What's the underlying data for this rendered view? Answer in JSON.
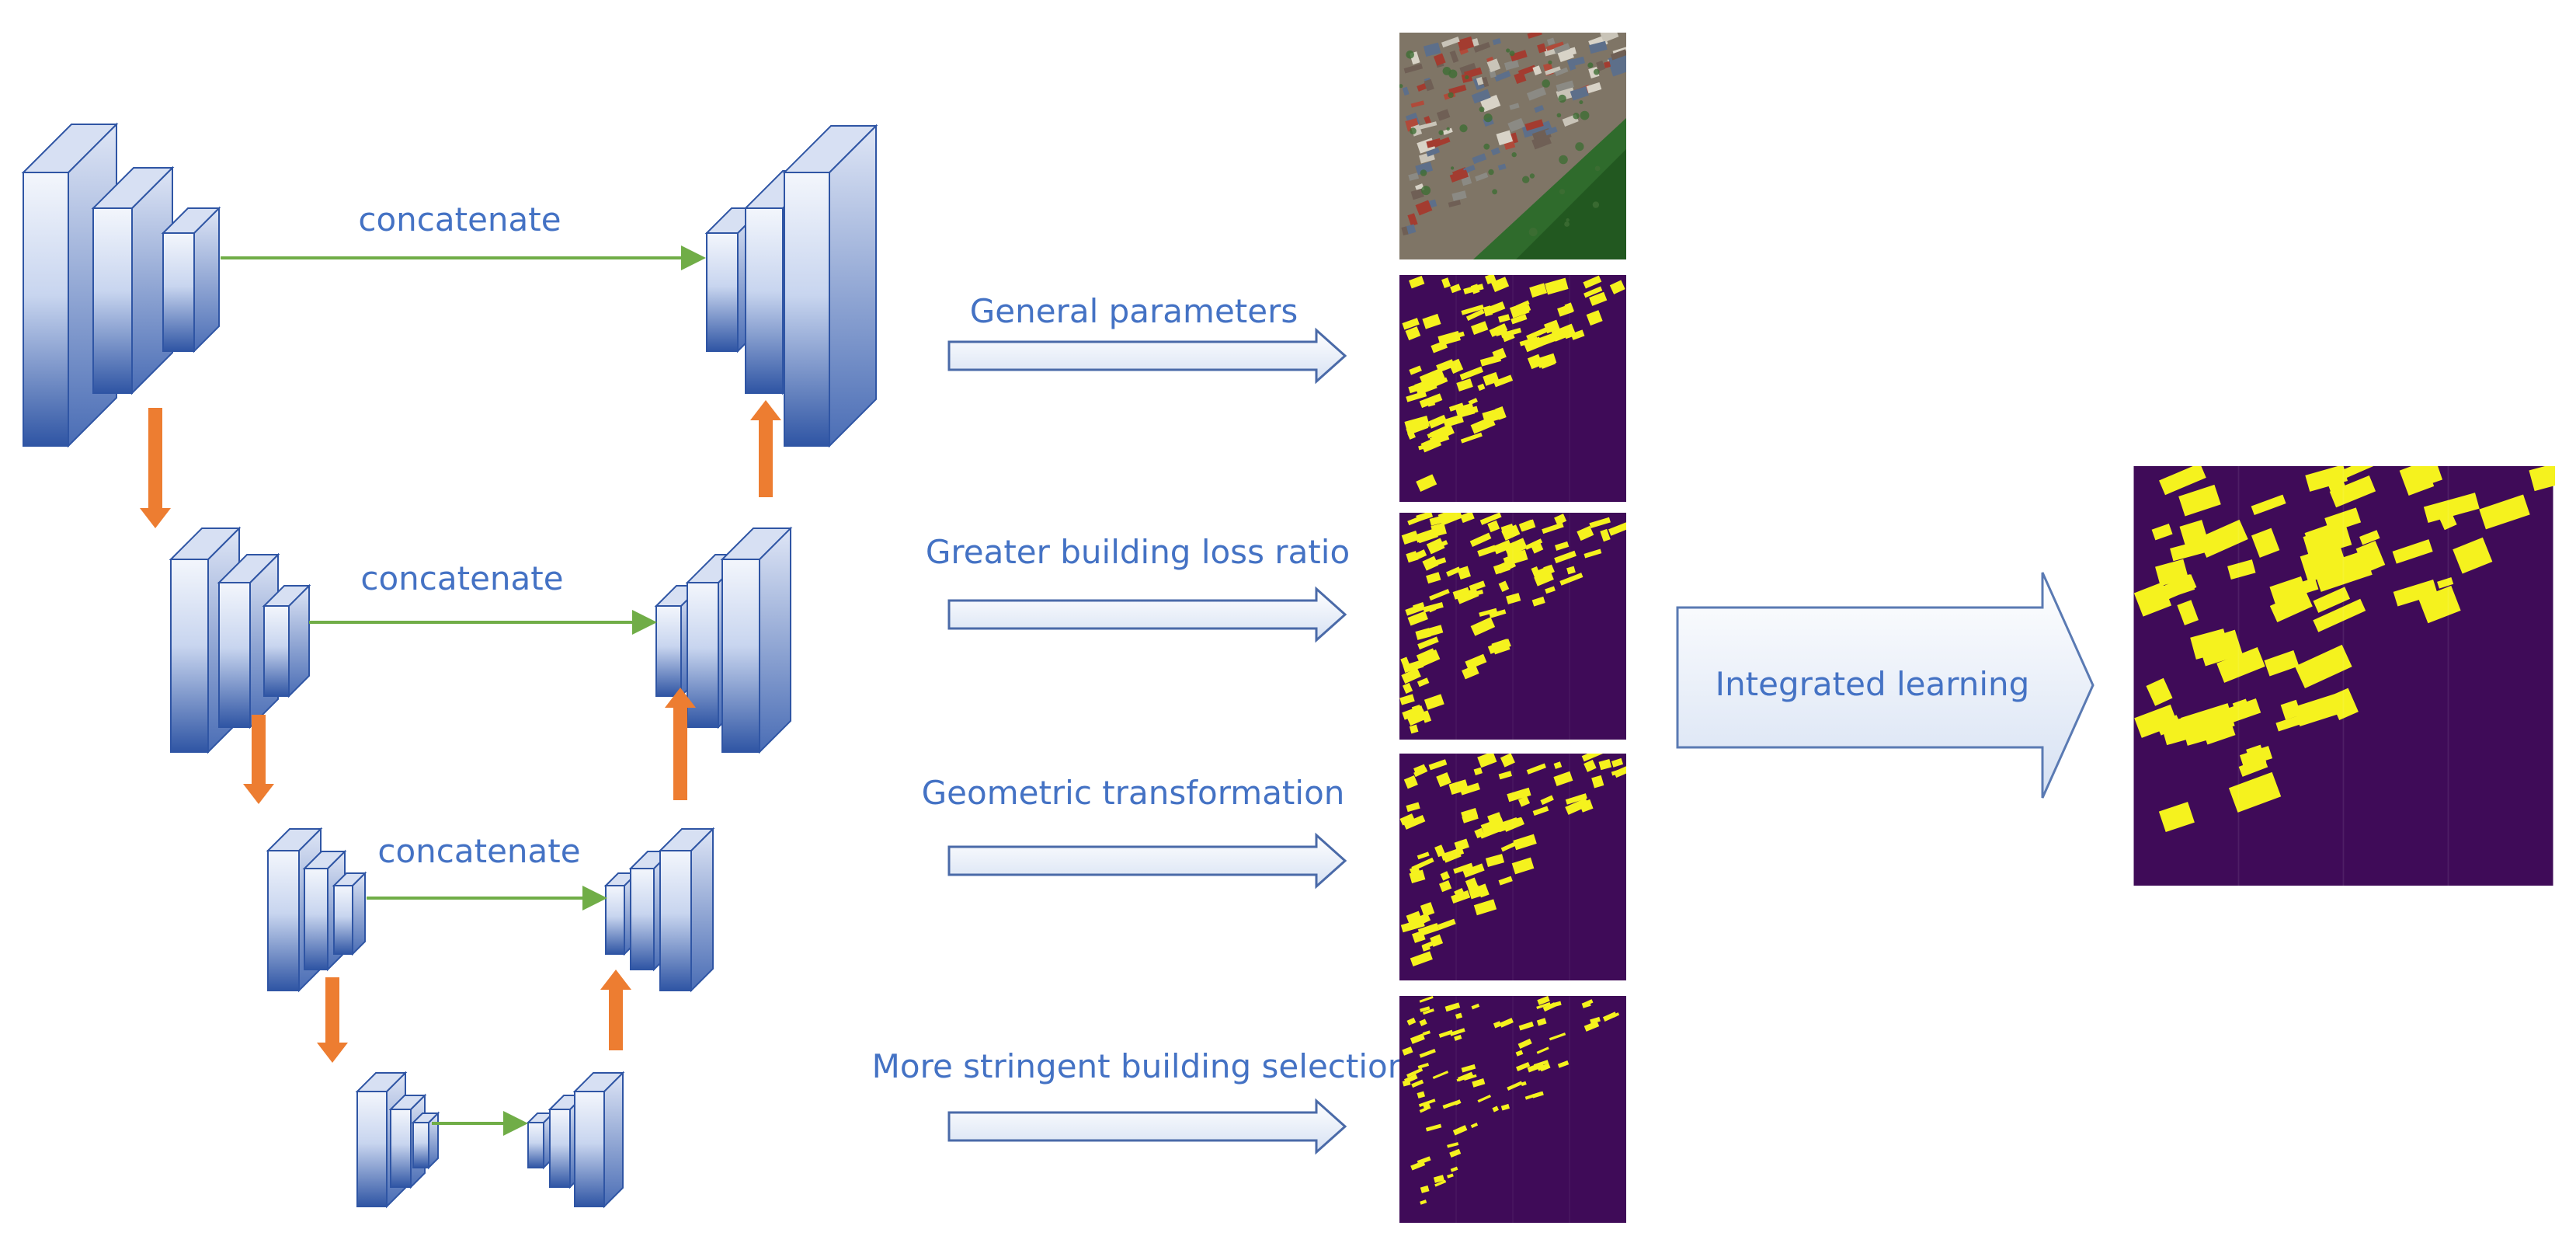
{
  "unet": {
    "concat_labels": [
      "concatenate",
      "concatenate",
      "concatenate"
    ],
    "colors": {
      "block_dark": "#2f55a4",
      "block_light": "#eef2fb",
      "skip_arrow": "#70ad47",
      "updown_arrow": "#ed7d31"
    }
  },
  "branches": [
    {
      "label": "General parameters"
    },
    {
      "label": "Greater building loss ratio"
    },
    {
      "label": "Geometric transformation"
    },
    {
      "label": "More stringent building selection"
    }
  ],
  "images": {
    "input_tile": "aerial-satellite-image",
    "mask_tiles": [
      "building-mask-1",
      "building-mask-2",
      "building-mask-3",
      "building-mask-4"
    ],
    "output_tile": "integrated-building-mask",
    "mask_colors": {
      "background": "#3f0b58",
      "building": "#f5f21e"
    }
  },
  "integration": {
    "label": "Integrated learning"
  }
}
